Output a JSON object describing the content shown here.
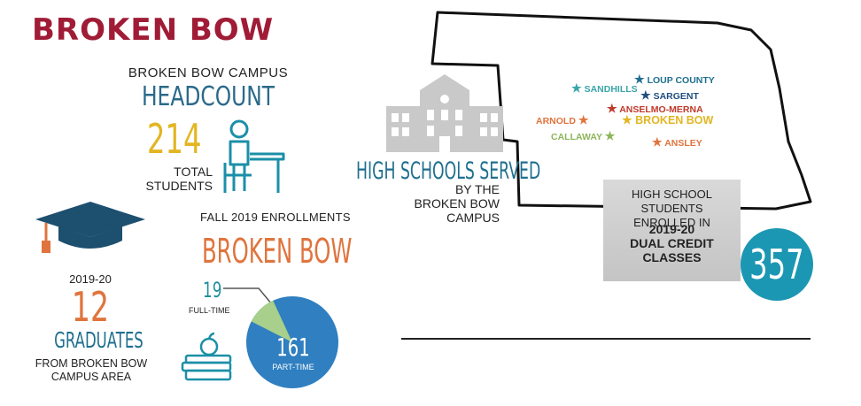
{
  "title": "BROKEN BOW",
  "headcount": {
    "campus_line": "BROKEN BOW CAMPUS",
    "heading": "HEADCOUNT",
    "total": "214",
    "total_label_1": "TOTAL",
    "total_label_2": "STUDENTS"
  },
  "enrollment": {
    "heading": "FALL 2019 ENROLLMENTS",
    "campus": "BROKEN BOW",
    "full_time_value": "19",
    "full_time_label": "FULL-TIME",
    "part_time_value": "161",
    "part_time_label": "PART-TIME"
  },
  "graduates": {
    "year": "2019-20",
    "count": "12",
    "label": "GRADUATES",
    "sub_1": "FROM BROKEN BOW",
    "sub_2": "CAMPUS AREA"
  },
  "high_schools": {
    "heading": "HIGH SCHOOLS SERVED",
    "sub_1": "BY THE",
    "sub_2": "BROKEN BOW",
    "sub_3": "CAMPUS"
  },
  "map_towns": [
    {
      "name": "LOUP COUNTY",
      "color": "#1f6f8f"
    },
    {
      "name": "SANDHILLS",
      "color": "#3aa5a8"
    },
    {
      "name": "SARGENT",
      "color": "#1f4f7f"
    },
    {
      "name": "ANSELMO-MERNA",
      "color": "#c0392b"
    },
    {
      "name": "ARNOLD",
      "color": "#e0743d"
    },
    {
      "name": "BROKEN BOW",
      "color": "#e2b623"
    },
    {
      "name": "CALLAWAY",
      "color": "#8db55a"
    },
    {
      "name": "ANSLEY",
      "color": "#e0743d"
    }
  ],
  "dual_credit": {
    "line_1": "HIGH SCHOOL STUDENTS",
    "line_2": "ENROLLED IN",
    "bold_1": "2019-20",
    "bold_2": "DUAL CREDIT",
    "bold_3": "CLASSES",
    "count": "357"
  },
  "colors": {
    "maroon": "#a01c36",
    "teal": "#1f6f8f",
    "gold": "#e2b623",
    "orange": "#e0743d",
    "pie_blue": "#2f7fc1",
    "pie_green": "#a8cf8b",
    "circle": "#1b97b3"
  }
}
